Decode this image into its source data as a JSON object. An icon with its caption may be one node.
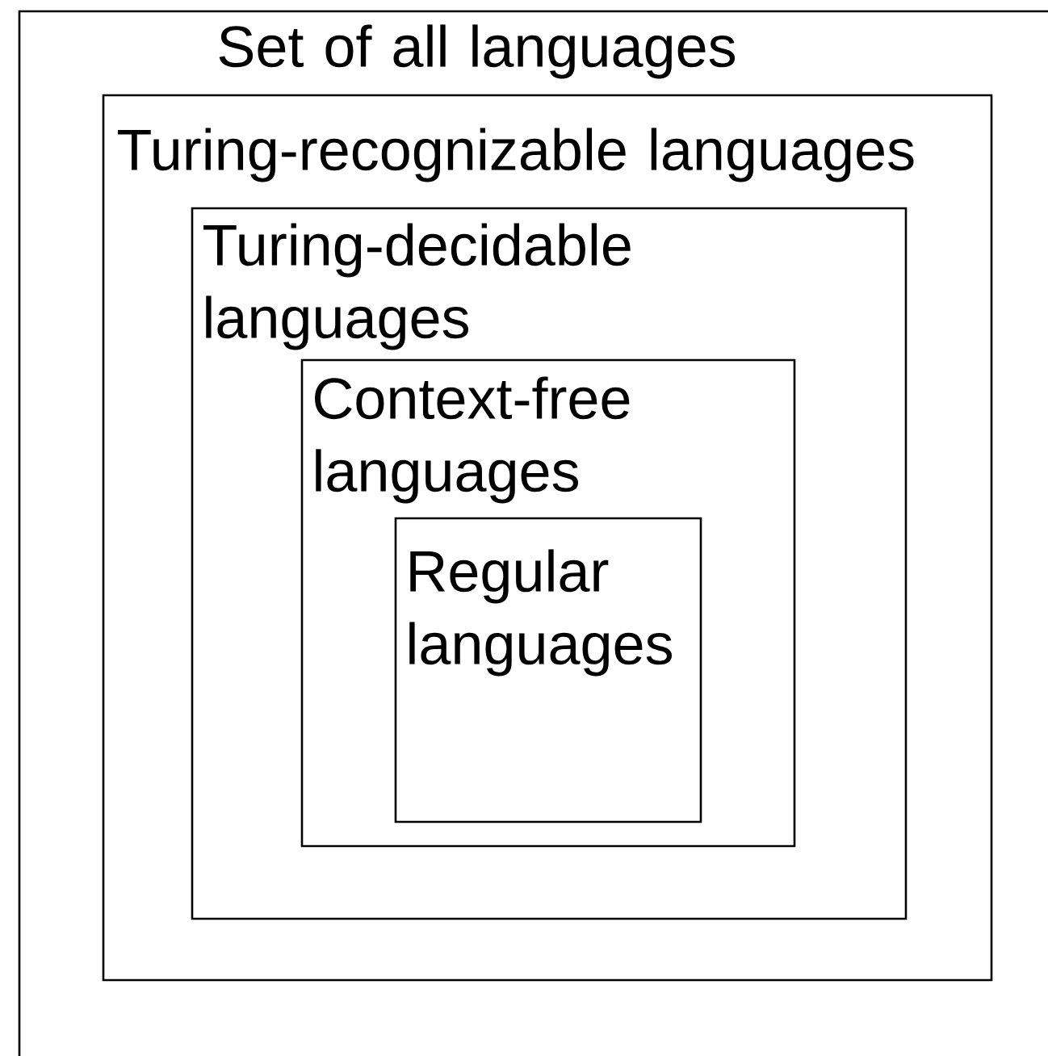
{
  "diagram": {
    "nodes": [
      {
        "text": [
          "Set of all languages"
        ]
      },
      {
        "text": [
          "Turing-recognizable languages"
        ],
        "in": 0
      },
      {
        "text": [
          "Turing-decidable languages"
        ],
        "in": 1
      },
      {
        "text": [
          "Context-free languages"
        ],
        "in": 2
      },
      {
        "text": [
          "Regular languages"
        ],
        "in": 3
      }
    ]
  }
}
